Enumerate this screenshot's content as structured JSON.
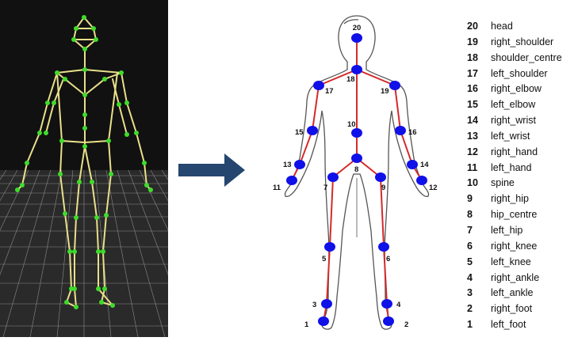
{
  "colors": {
    "skeleton_bone": "#e9e08a",
    "skeleton_joint": "#3fdc2a",
    "background_dark": "#111111",
    "floor_grid": "#9a9a9a",
    "arrow": "#24466f",
    "diagram_bone": "#d42a2a",
    "diagram_joint": "#1010e8",
    "outline": "#555555"
  },
  "joints": [
    {
      "id": "20",
      "name": "head"
    },
    {
      "id": "19",
      "name": "right_shoulder"
    },
    {
      "id": "18",
      "name": "shoulder_centre"
    },
    {
      "id": "17",
      "name": "left_shoulder"
    },
    {
      "id": "16",
      "name": "right_elbow"
    },
    {
      "id": "15",
      "name": "left_elbow"
    },
    {
      "id": "14",
      "name": "right_wrist"
    },
    {
      "id": "13",
      "name": "left_wrist"
    },
    {
      "id": "12",
      "name": "right_hand"
    },
    {
      "id": "11",
      "name": "left_hand"
    },
    {
      "id": "10",
      "name": "spine"
    },
    {
      "id": "9",
      "name": "right_hip"
    },
    {
      "id": "8",
      "name": "hip_centre"
    },
    {
      "id": "7",
      "name": "left_hip"
    },
    {
      "id": "6",
      "name": "right_knee"
    },
    {
      "id": "5",
      "name": "left_knee"
    },
    {
      "id": "4",
      "name": "right_ankle"
    },
    {
      "id": "3",
      "name": "left_ankle"
    },
    {
      "id": "2",
      "name": "right_foot"
    },
    {
      "id": "1",
      "name": "left_foot"
    }
  ]
}
